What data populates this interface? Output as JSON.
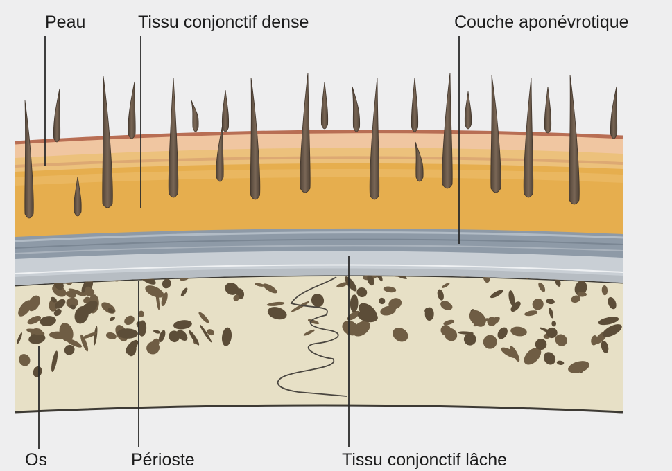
{
  "labels": {
    "skin": "Peau",
    "dense_connective": "Tissu conjonctif dense",
    "aponeurotic": "Couche aponévrotique",
    "bone": "Os",
    "periosteum": "Périoste",
    "loose_connective": "Tissu conjonctif lâche"
  },
  "colors": {
    "background": "#eeeeef",
    "skin_surface": "#b86e54",
    "skin": "#f0c6a1",
    "dermis": "#ecc17c",
    "fat": "#e6ae4e",
    "aponeurosis": "#8e9aa7",
    "loose_tissue": "#c9cfd5",
    "periosteum": "#6e6a63",
    "bone": "#e7e0c6",
    "bone_spots": "#5c4d38",
    "hair": "#6b5a4a"
  }
}
